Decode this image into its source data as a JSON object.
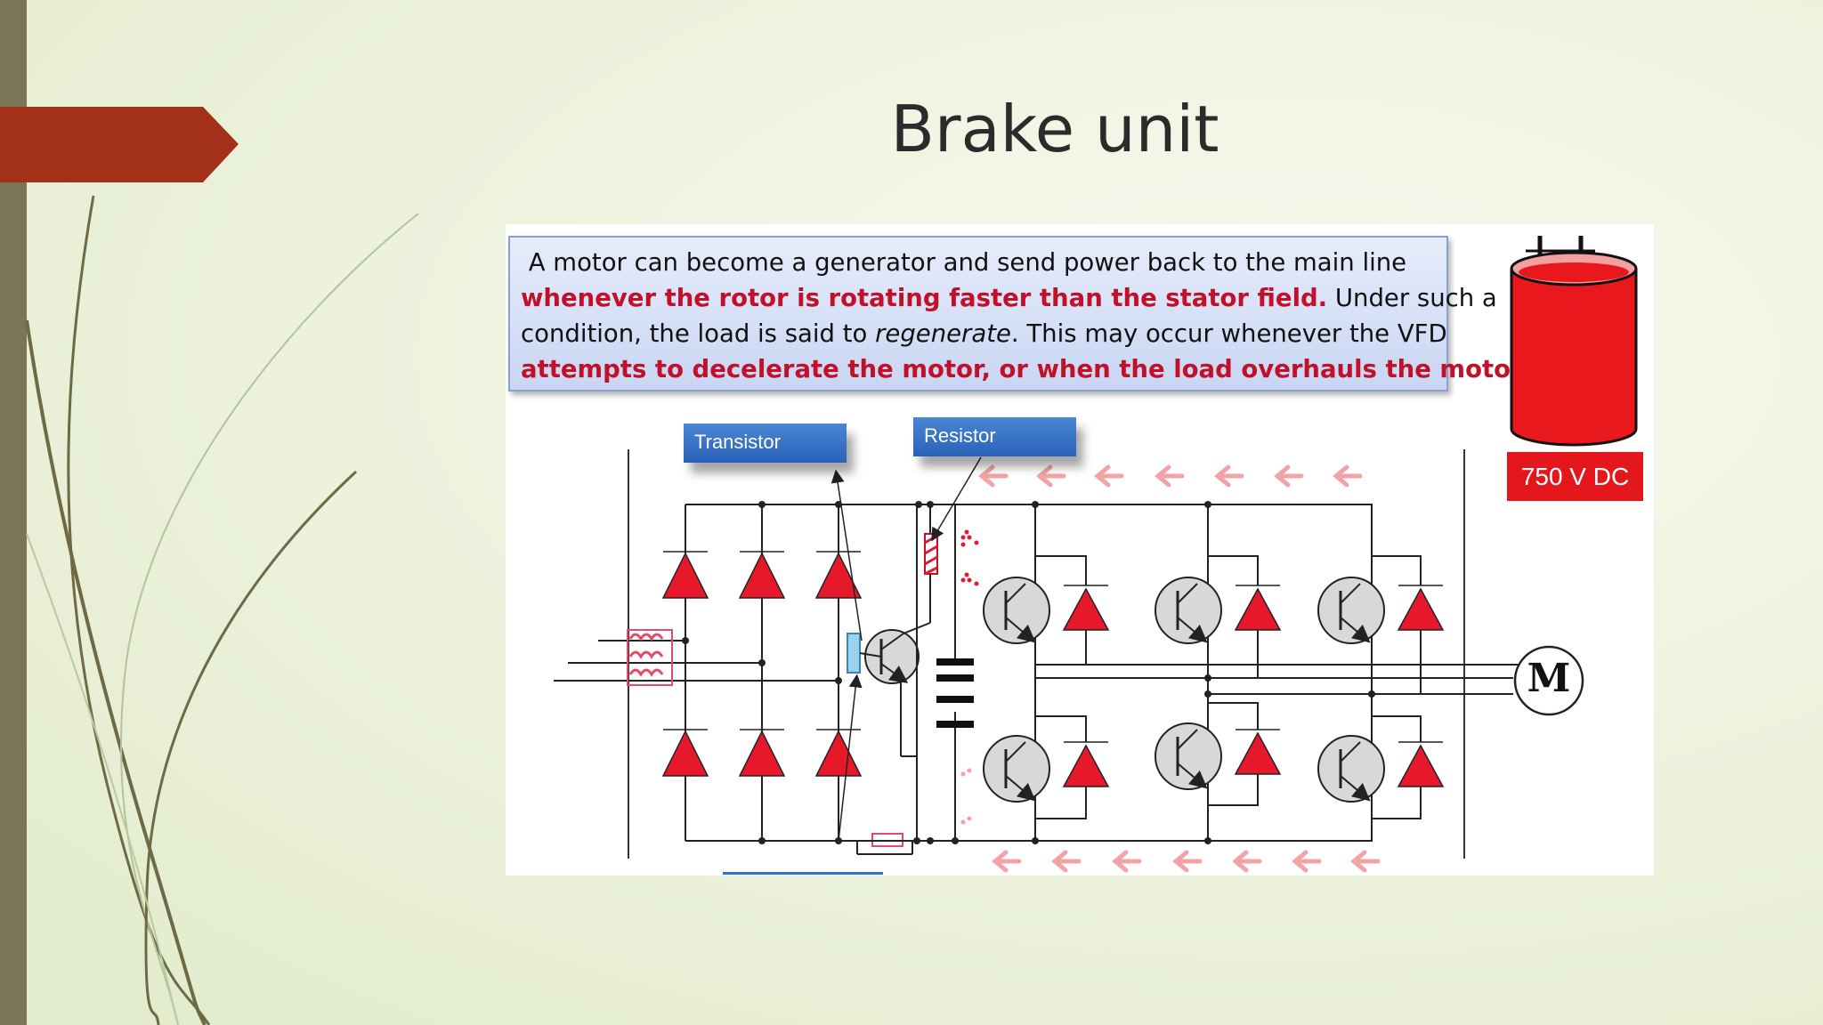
{
  "slide": {
    "title": "Brake unit",
    "accent_color": "#a33119",
    "sidebar_color": "#7b7556"
  },
  "textbox": {
    "line1": "A motor can become a generator and send power back to the main line",
    "line2_red": "whenever the rotor is rotating faster than the stator field.",
    "line2_rest": " Under such a",
    "line3_a": "condition, the load is said to ",
    "line3_italic": "regenerate",
    "line3_b": ". This may occur whenever the VFD",
    "line4_red": "attempts to decelerate the motor, or when the load overhauls the motor."
  },
  "diagram": {
    "transistor_label": "Transistor",
    "resistor_label": "Resistor",
    "voltage_label": "750 V DC",
    "motor_label": "M",
    "colors": {
      "diode": "#e8182b",
      "arrow": "#f2a3a6",
      "capacitor": "#e8181c",
      "label_bg": "#2f6cc0"
    }
  }
}
